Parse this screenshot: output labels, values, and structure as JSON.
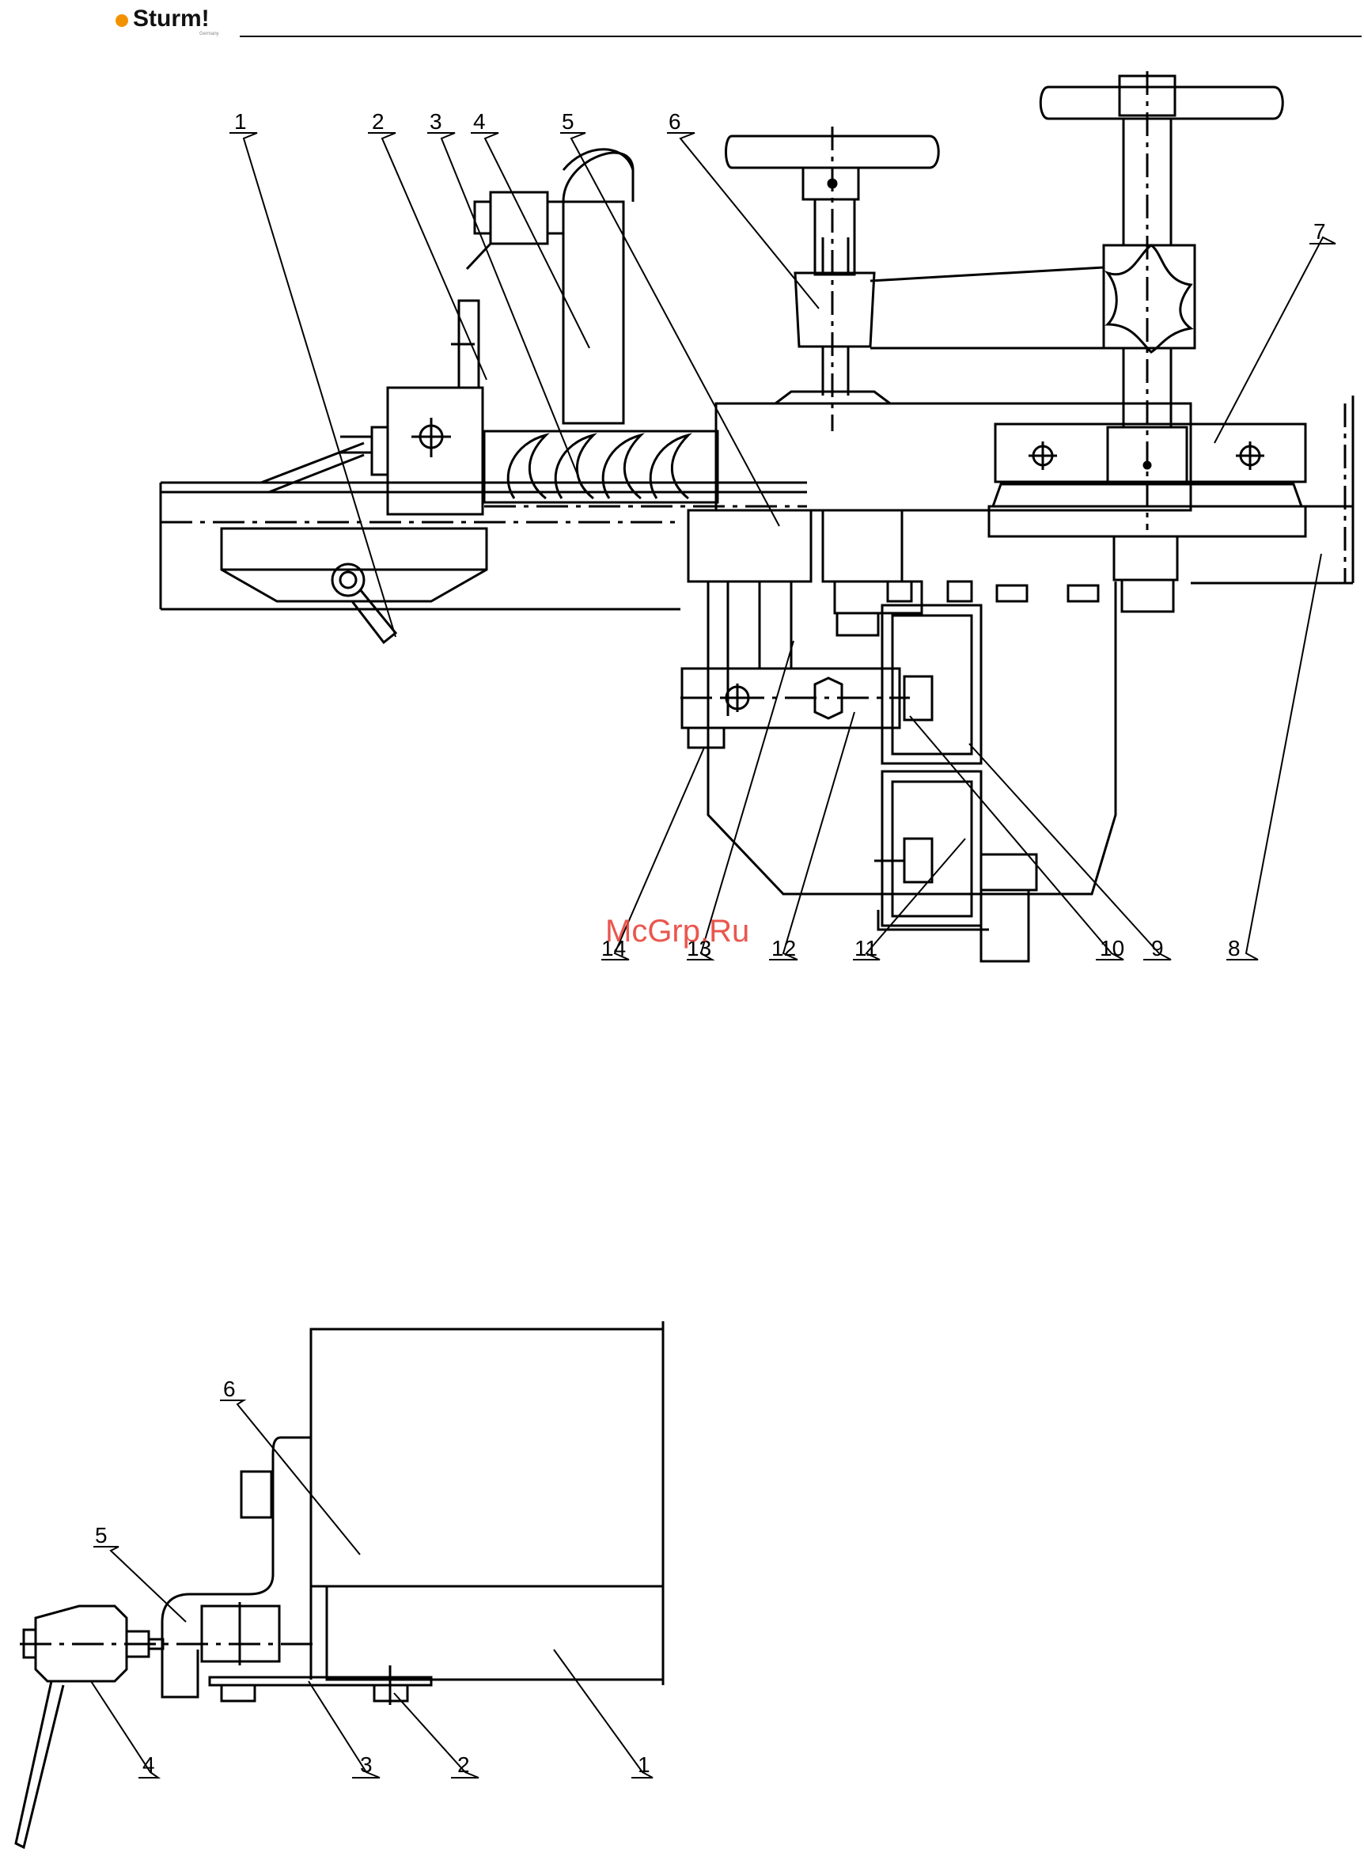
{
  "brand": {
    "name": "Sturm!",
    "subtitle": "Germany",
    "accent_color": "#f39200"
  },
  "watermark": "McGrp.Ru",
  "figure_top": {
    "callouts": [
      "1",
      "2",
      "3",
      "4",
      "5",
      "6",
      "7",
      "8",
      "9",
      "10",
      "11",
      "12",
      "13",
      "14"
    ]
  },
  "figure_bottom": {
    "callouts": [
      "1",
      "2",
      "3",
      "4",
      "5",
      "6"
    ]
  }
}
